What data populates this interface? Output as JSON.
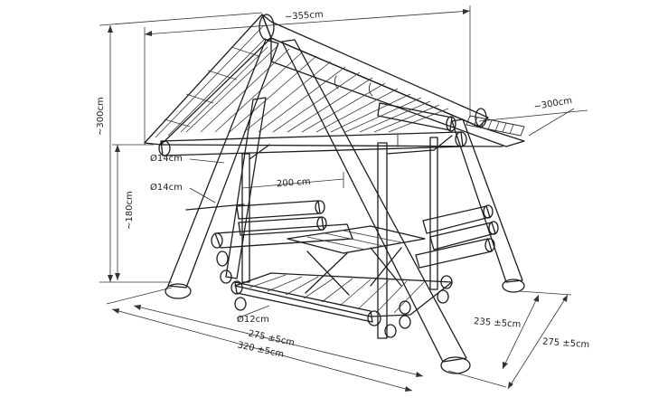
{
  "dimensions": {
    "roof_width": "~355cm",
    "roof_length": "~300cm",
    "total_height": "~300cm",
    "seat_height": "~180cm",
    "post_diameter_1": "Ø14cm",
    "post_diameter_2": "Ø14cm",
    "bench_width": "200 cm",
    "floor_log_diameter": "Ø12cm",
    "base_length_inner": "275 ±5cm",
    "base_length_outer": "320 ±5cm",
    "depth_inner": "235 ±5cm",
    "depth_outer": "275 ±5cm"
  },
  "colors": {
    "line": "#1e1e1e",
    "background": "#ffffff"
  }
}
